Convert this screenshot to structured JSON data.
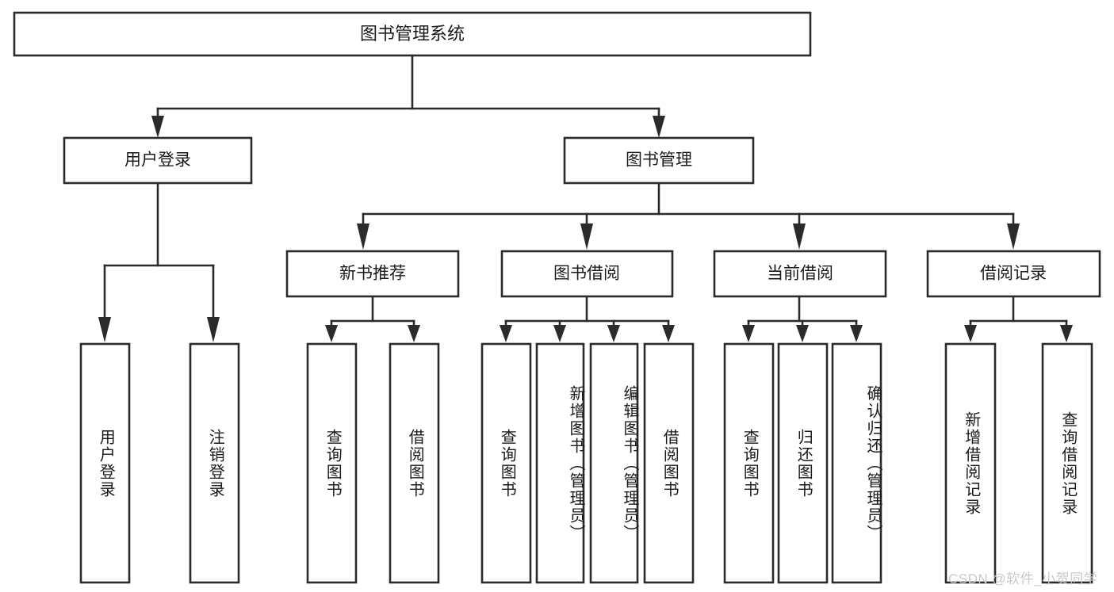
{
  "diagram": {
    "type": "tree",
    "title": "图书管理系统",
    "orientation": "top-down",
    "colors": {
      "box_stroke": "#2b2b2b",
      "box_fill": "#ffffff",
      "text": "#1a1a1a",
      "background": "#ffffff",
      "watermark": "#c9c9c9"
    },
    "root": {
      "label": "图书管理系统"
    },
    "level2": [
      {
        "label": "用户登录"
      },
      {
        "label": "图书管理"
      }
    ],
    "level3": [
      {
        "label": "新书推荐"
      },
      {
        "label": "图书借阅"
      },
      {
        "label": "当前借阅"
      },
      {
        "label": "借阅记录"
      }
    ],
    "leaves": {
      "user_login": [
        {
          "label": "用户登录"
        },
        {
          "label": "注销登录"
        }
      ],
      "new_book_recommend": [
        {
          "label": "查询图书"
        },
        {
          "label": "借阅图书"
        }
      ],
      "book_borrow": [
        {
          "label": "查询图书"
        },
        {
          "label": "新增图书（管理员）"
        },
        {
          "label": "编辑图书（管理员）"
        },
        {
          "label": "借阅图书"
        }
      ],
      "current_borrow": [
        {
          "label": "查询图书"
        },
        {
          "label": "归还图书"
        },
        {
          "label": "确认归还（管理员）"
        }
      ],
      "borrow_record": [
        {
          "label": "新增借阅记录"
        },
        {
          "label": "查询借阅记录"
        }
      ]
    }
  },
  "watermark": {
    "text": "CSDN @软件_小贺同学"
  }
}
